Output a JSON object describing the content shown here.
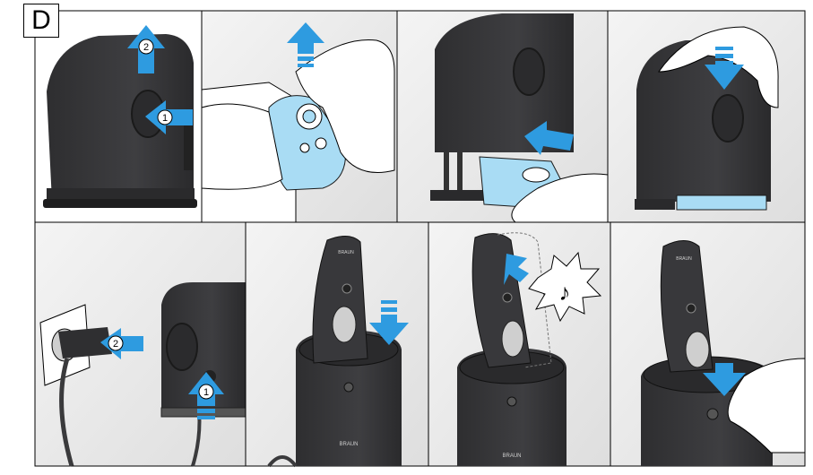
{
  "section": {
    "label": "D"
  },
  "steps": {
    "panel1": {
      "callout_top": "2",
      "callout_side": "1"
    },
    "panel5": {
      "callout_cable": "2",
      "callout_socket": "1"
    }
  },
  "brand": {
    "logo_text": "BRAUN"
  },
  "colors": {
    "arrow_blue": "#2e9be0",
    "cartridge_light_blue": "#a9dcf4",
    "device_dark": "#3a3a3c",
    "background_gray": "#e8e8e8",
    "outline": "#000000"
  }
}
